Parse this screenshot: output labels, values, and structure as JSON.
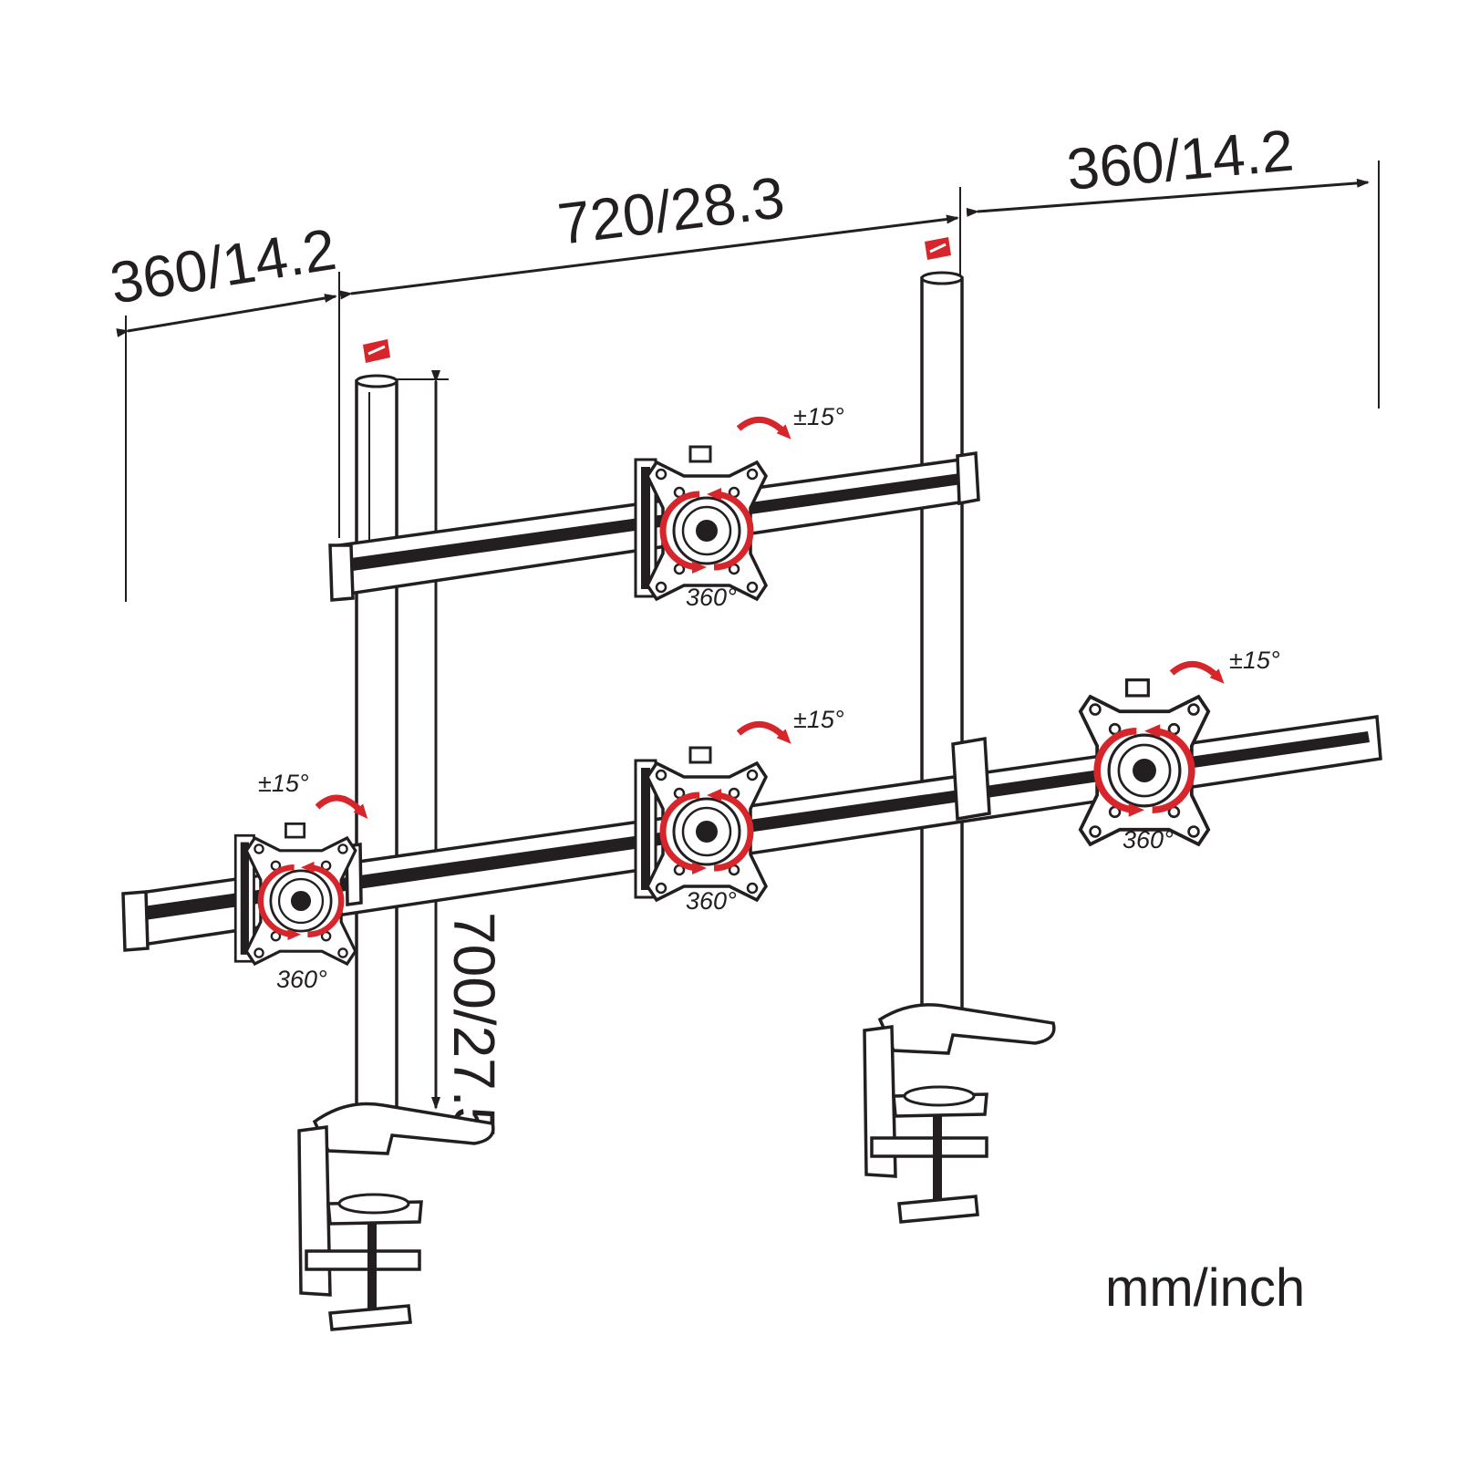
{
  "dimensions": {
    "left_width": "360/14.2",
    "center_width": "720/28.3",
    "right_width": "360/14.2",
    "pole_height": "700/27.5"
  },
  "units_label": "mm/inch",
  "angle_labels": {
    "tilt": "±15°",
    "rotation": "360°"
  },
  "colors": {
    "line": "#231f20",
    "accent": "#d7262b",
    "background": "#ffffff"
  }
}
